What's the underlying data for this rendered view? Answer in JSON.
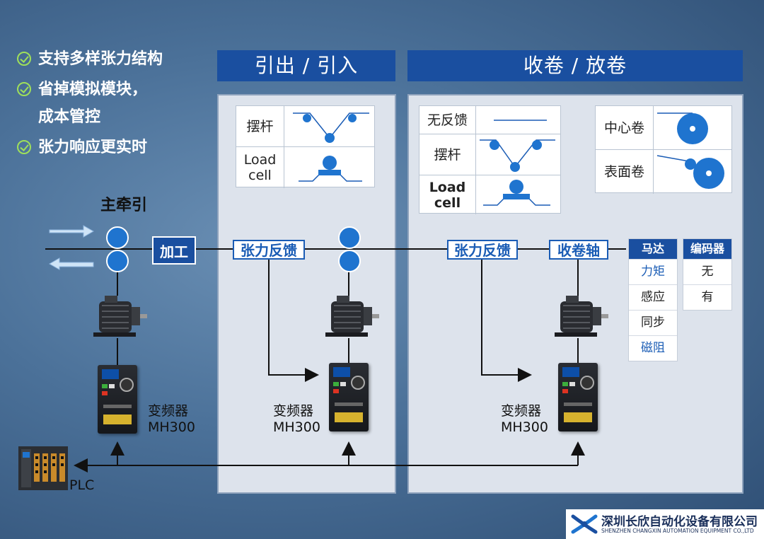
{
  "features": [
    "支持多样张力结构",
    "省掉模拟模块，",
    "成本管控",
    "张力响应更实时"
  ],
  "headers": {
    "left": "引出 / 引入",
    "right": "收卷 / 放卷"
  },
  "main_traction": "主牵引",
  "process_tag": "加工",
  "tension_feedback": "张力反馈",
  "winding_shaft": "收卷轴",
  "left_table": [
    {
      "label": "摆杆"
    },
    {
      "label": "Load\ncell"
    }
  ],
  "right_table": [
    {
      "label": "无反馈"
    },
    {
      "label": "摆杆"
    },
    {
      "label": "Load\ncell"
    }
  ],
  "winding_table": [
    {
      "label": "中心卷"
    },
    {
      "label": "表面卷"
    }
  ],
  "motor_table": {
    "header": "马达",
    "rows": [
      "力矩",
      "感应",
      "同步",
      "磁阻"
    ]
  },
  "encoder_table": {
    "header": "编码器",
    "rows": [
      "无",
      "有"
    ]
  },
  "vfd_label": "变频器",
  "vfd_model": "MH300",
  "plc_label": "PLC",
  "company": {
    "name_cn": "深圳长欣自动化设备有限公司",
    "name_en": "SHENZHEN CHANGXIN AUTOMATION EQUIPMENT CO.,LTD"
  },
  "colors": {
    "accent": "#1a4fa0",
    "roller": "#1f74cf",
    "check": "#9fe05a"
  }
}
